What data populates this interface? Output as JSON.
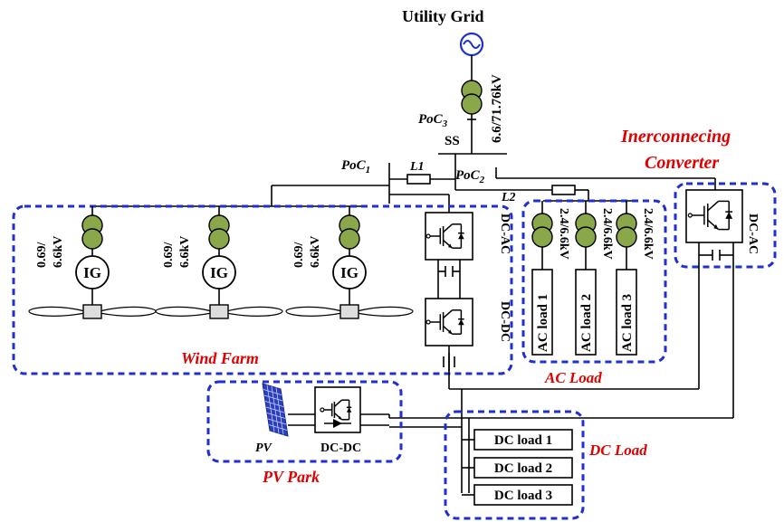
{
  "labels": {
    "utility_grid": "Utility Grid",
    "grid_transformer": "6.6/71.76kV",
    "poc3_main": "PoC",
    "poc3_sub": "3",
    "ss": "SS",
    "poc1_main": "PoC",
    "poc1_sub": "1",
    "poc2_main": "PoC",
    "poc2_sub": "2",
    "l1": "L1",
    "l2": "L2",
    "dc_ac": "DC-AC",
    "dc_dc": "DC-DC",
    "pv": "PV",
    "interconnecting_line1": "Inerconnecing",
    "interconnecting_line2": "Converter"
  },
  "groups": {
    "wind_farm": "Wind Farm",
    "ac_load": "AC Load",
    "pv_park": "PV Park",
    "dc_load": "DC Load"
  },
  "wind_turbines": [
    {
      "generator": "IG",
      "transformer_line1": "0.69/",
      "transformer_line2": "6.6kV"
    },
    {
      "generator": "IG",
      "transformer_line1": "0.69/",
      "transformer_line2": "6.6kV"
    },
    {
      "generator": "IG",
      "transformer_line1": "0.69/",
      "transformer_line2": "6.6kV"
    }
  ],
  "ac_loads": [
    {
      "name": "AC load 1",
      "transformer": "2.4/6.6kV"
    },
    {
      "name": "AC load 2",
      "transformer": "2.4/6.6kV"
    },
    {
      "name": "AC load 3",
      "transformer": "2.4/6.6kV"
    }
  ],
  "dc_loads": [
    "DC load 1",
    "DC load 2",
    "DC load 3"
  ],
  "colors": {
    "region_border": "#1f2fd0",
    "group_label": "#e00000",
    "transformer": "#8aa84a",
    "pv_panel": "#2b3fbf"
  }
}
